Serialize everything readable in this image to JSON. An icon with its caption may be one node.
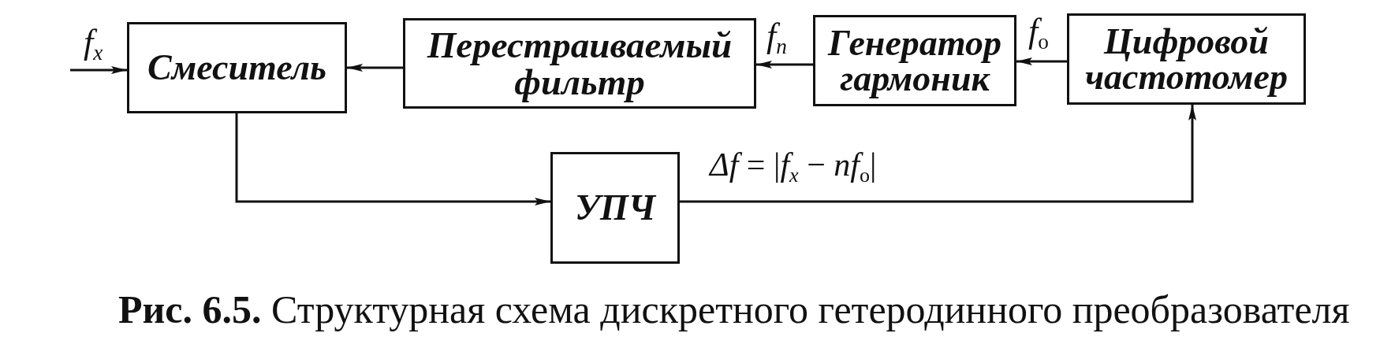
{
  "diagram": {
    "caption": "**Рис. 6.5.** Структурная схема дискретного гетеродинного преобразователя",
    "nodes": [
      {
        "text": [
          "Смеситель"
        ]
      },
      {
        "text": [
          "Перестраиваемый фильтр"
        ]
      },
      {
        "text": [
          "Генератор гармоник"
        ]
      },
      {
        "text": [
          "Цифровой частотомер"
        ]
      },
      {
        "text": [
          "УПЧ"
        ]
      }
    ],
    "edges": [
      {
        "from": null,
        "to": 0,
        "arrow": "to",
        "label": "*f$_{x}$*"
      },
      {
        "from": 1,
        "to": 0,
        "arrow": "to"
      },
      {
        "from": 2,
        "to": 1,
        "arrow": "to",
        "label": "*f$_{n}$*"
      },
      {
        "from": 3,
        "to": 2,
        "arrow": "to",
        "label": "*f*$_{o}$"
      },
      {
        "from": 0,
        "to": 4,
        "arrow": "to"
      },
      {
        "from": 4,
        "to": 3,
        "arrow": "to",
        "label": "*Δf* = |*f$_{x}$* − *nf*$_{o}$|"
      }
    ]
  }
}
